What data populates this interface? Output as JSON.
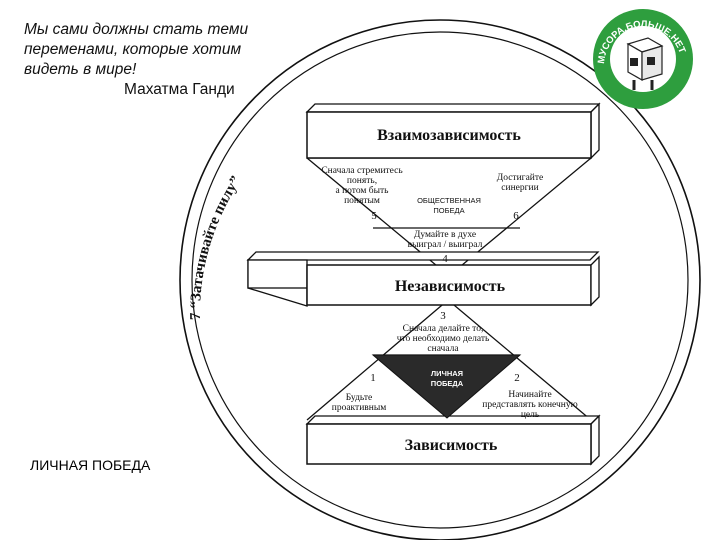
{
  "quote": {
    "line1": "Мы сами должны стать теми",
    "line2": "переменами,  которые  хотим",
    "line3": "видеть в мире!",
    "author": "Махатма Ганди"
  },
  "caption": "ЛИЧНАЯ ПОБЕДА",
  "diagram": {
    "arc_label": "7 “Затачивайте пилу”",
    "bar_top": "Взаимозависимость",
    "bar_mid": "Независимость",
    "bar_bottom": "Зависимость",
    "public_victory": [
      "ОБЩЕСТВЕННАЯ",
      "ПОБЕДА"
    ],
    "private_victory": [
      "ЛИЧНАЯ",
      "ПОБЕДА"
    ],
    "habit5": {
      "num": "5",
      "lines": [
        "Сначала стремитесь",
        "понять,",
        "а потом быть",
        "понятым"
      ]
    },
    "habit6": {
      "num": "6",
      "lines": [
        "Достигайте",
        "синергии"
      ]
    },
    "habit4": {
      "num": "4",
      "lines": [
        "Думайте в духе",
        "выиграл / выиграл"
      ]
    },
    "habit3": {
      "num": "3",
      "lines": [
        "Сначала делайте то,",
        "что необходимо делать",
        "сначала"
      ]
    },
    "habit1": {
      "num": "1",
      "lines": [
        "Будьте",
        "проактивным"
      ]
    },
    "habit2": {
      "num": "2",
      "lines": [
        "Начинайте",
        "представлять конечную",
        "цель"
      ]
    }
  },
  "logo": {
    "text": "МУСОРА.БОЛЬШЕ.НЕТ",
    "color": "#2e9e3e"
  },
  "colors": {
    "line": "#111111",
    "dark_triangle": "#2a2a2a"
  }
}
